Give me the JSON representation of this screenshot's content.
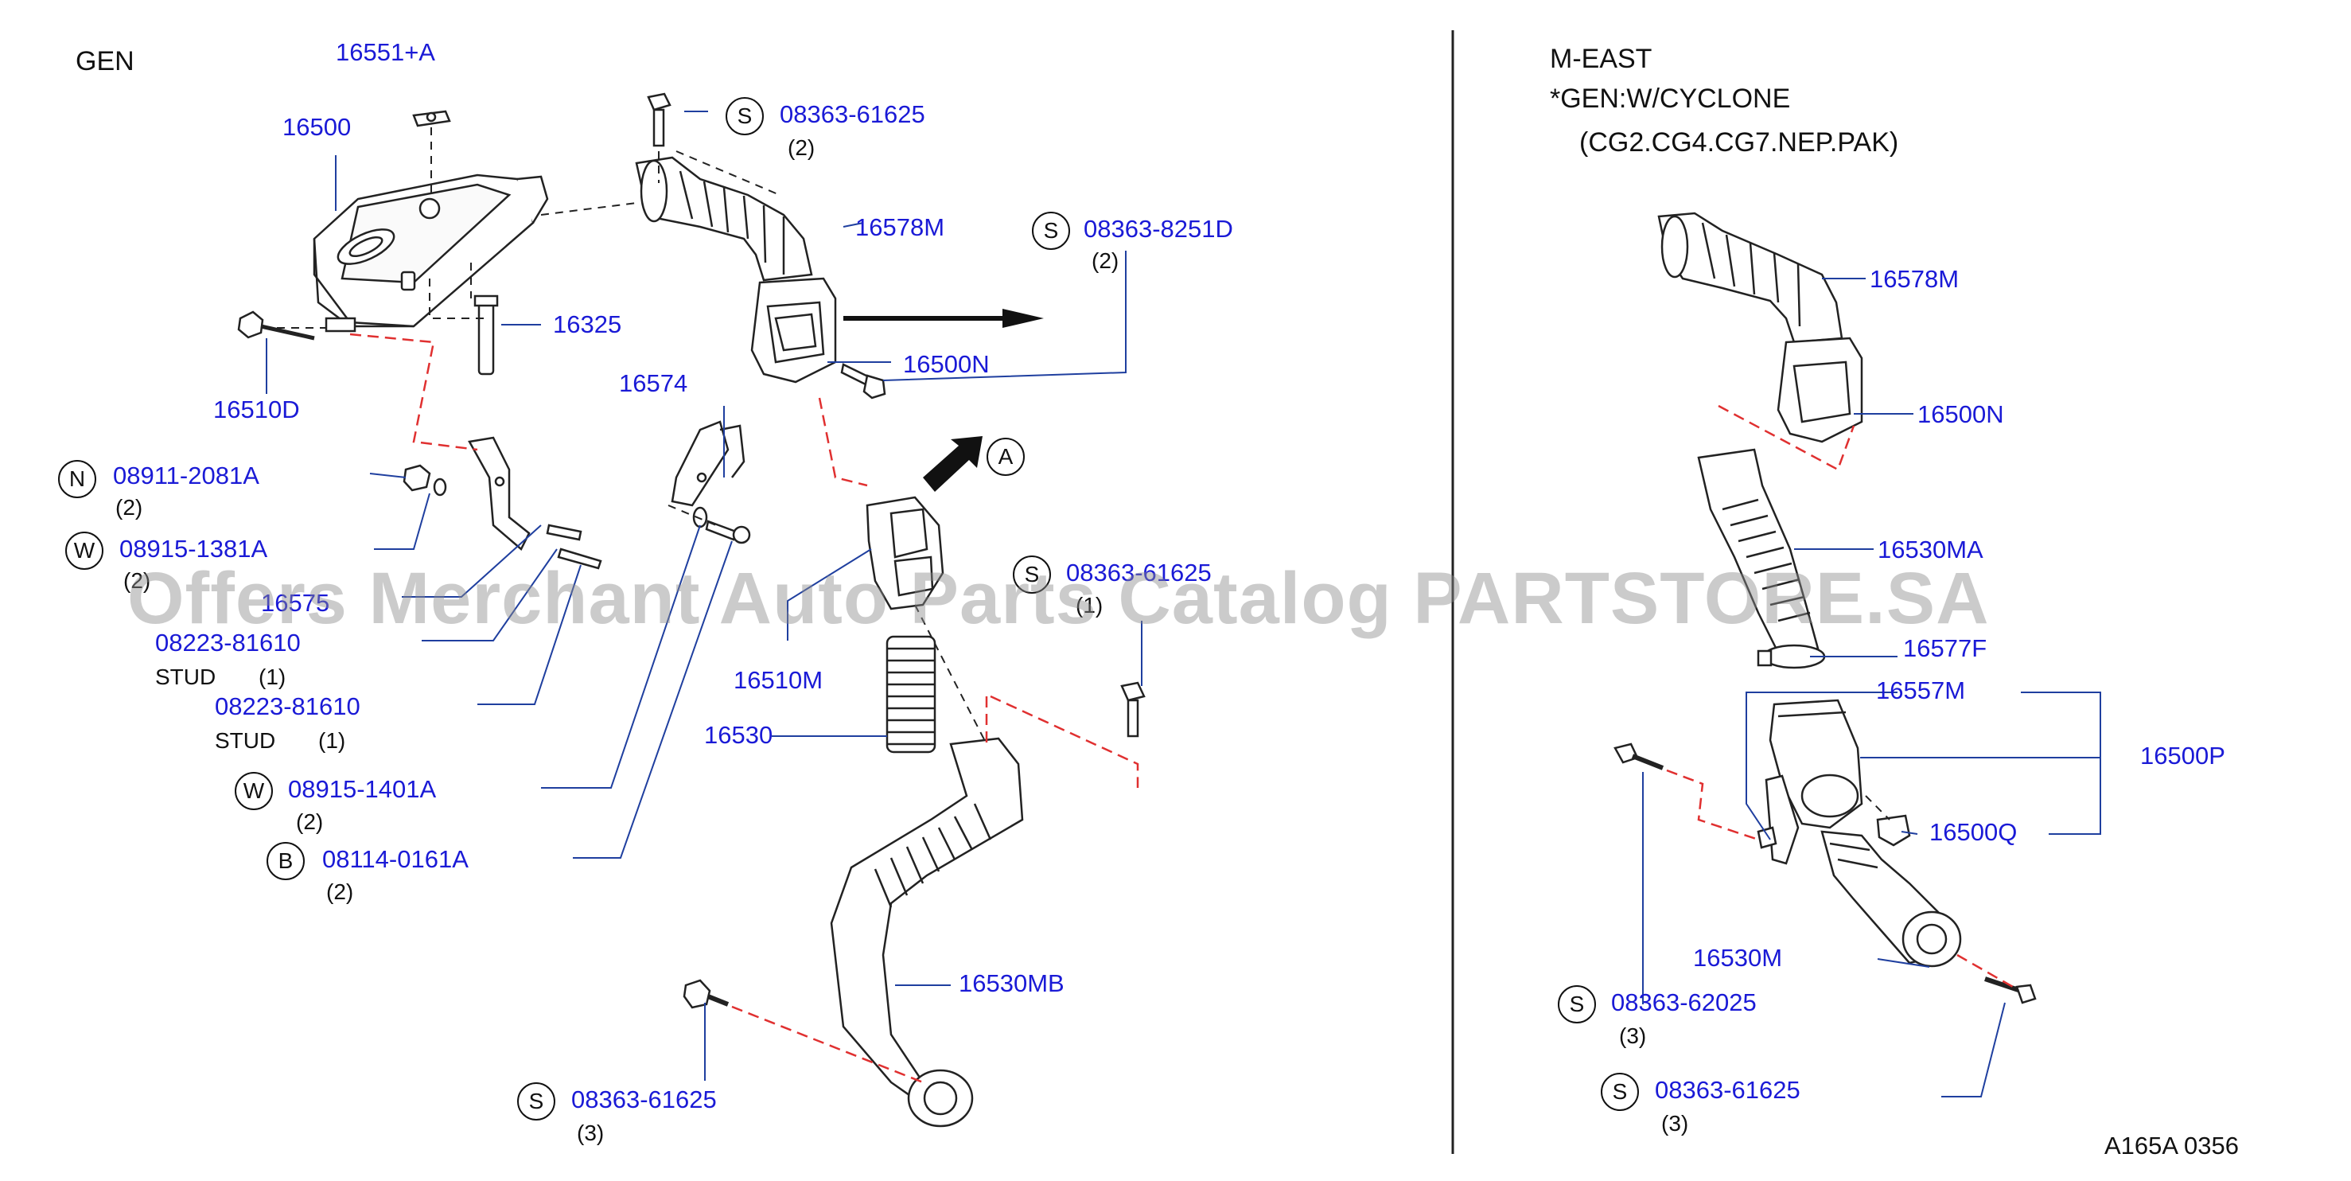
{
  "sections": {
    "gen": "GEN",
    "meast_line1": "M-EAST",
    "meast_line2": "*GEN:W/CYCLONE",
    "meast_line3": "(CG2.CG4.CG7.NEP.PAK)"
  },
  "parts_left": {
    "p16551A": "16551+A",
    "p16500": "16500",
    "p16510D": "16510D",
    "p16325": "16325",
    "p16578M": "16578M",
    "p16500N": "16500N",
    "p16574": "16574",
    "p16575": "16575",
    "p16510M": "16510M",
    "p16530": "16530",
    "p16530MB": "16530MB",
    "bolt_top": "08363-61625",
    "bolt_top_qty": "(2)",
    "bolt_8251": "08363-8251D",
    "bolt_8251_qty": "(2)",
    "nut_2081": "08911-2081A",
    "nut_2081_qty": "(2)",
    "washer_1381": "08915-1381A",
    "washer_1381_qty": "(2)",
    "stud1": "08223-81610",
    "stud1_label": "STUD",
    "stud1_qty": "(1)",
    "stud2": "08223-81610",
    "stud2_label": "STUD",
    "stud2_qty": "(1)",
    "bolt_mid": "08363-61625",
    "bolt_mid_qty": "(1)",
    "washer_1401": "08915-1401A",
    "washer_1401_qty": "(2)",
    "bolt_0161": "08114-0161A",
    "bolt_0161_qty": "(2)",
    "bolt_bottom": "08363-61625",
    "bolt_bottom_qty": "(3)",
    "ref_a": "A"
  },
  "parts_right": {
    "p16578M": "16578M",
    "p16500N": "16500N",
    "p16530MA": "16530MA",
    "p16577F": "16577F",
    "p16557M": "16557M",
    "p16500P": "16500P",
    "p16500Q": "16500Q",
    "p16530M": "16530M",
    "bolt_62025": "08363-62025",
    "bolt_62025_qty": "(3)",
    "bolt_61625": "08363-61625",
    "bolt_61625_qty": "(3)"
  },
  "symbols": {
    "s": "S",
    "n": "N",
    "w": "W",
    "b": "B"
  },
  "footer": {
    "code": "A165A  0356"
  },
  "watermark": "Offers Merchant Auto Parts Catalog PARTSTORE.SA",
  "colors": {
    "label": "#1a1ad6",
    "leader": "#1f3f9f",
    "dash_red": "#e03030",
    "ink": "#111111"
  }
}
